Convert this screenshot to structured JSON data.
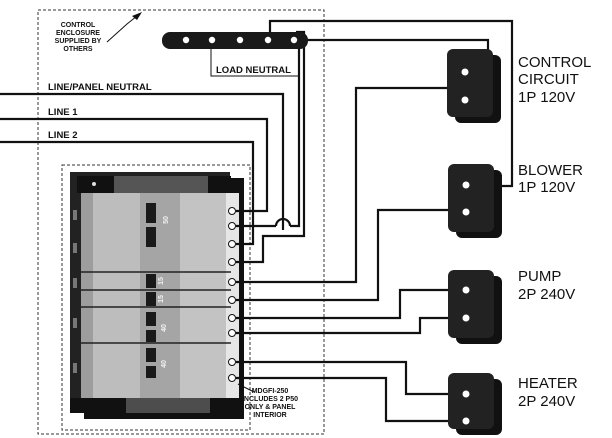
{
  "enclosure": {
    "note_line1": "CONTROL",
    "note_line2": "ENCLOSURE",
    "note_line3": "SUPPLIED BY",
    "note_line4": "OTHERS"
  },
  "neutral_bar": {
    "label": "LOAD NEUTRAL"
  },
  "supply_lines": [
    {
      "label": "LINE/PANEL NEUTRAL"
    },
    {
      "label": "LINE 1"
    },
    {
      "label": "LINE 2"
    }
  ],
  "panel": {
    "breakers": [
      {
        "rating": "50"
      },
      {
        "rating": "15"
      },
      {
        "rating": "15"
      },
      {
        "rating": "40"
      },
      {
        "rating": "40"
      }
    ],
    "note_line1": "MDGFI-250",
    "note_line2": "INCLUDES 2 P50",
    "note_line3": "ONLY & PANEL",
    "note_line4": "INTERIOR"
  },
  "loads": [
    {
      "name_line1": "CONTROL",
      "name_line2": "CIRCUIT",
      "spec": "1P  120V"
    },
    {
      "name_line1": "BLOWER",
      "name_line2": "",
      "spec": "1P  120V"
    },
    {
      "name_line1": "PUMP",
      "name_line2": "",
      "spec": "2P  240V"
    },
    {
      "name_line1": "HEATER",
      "name_line2": "",
      "spec": "2P  240V"
    }
  ]
}
